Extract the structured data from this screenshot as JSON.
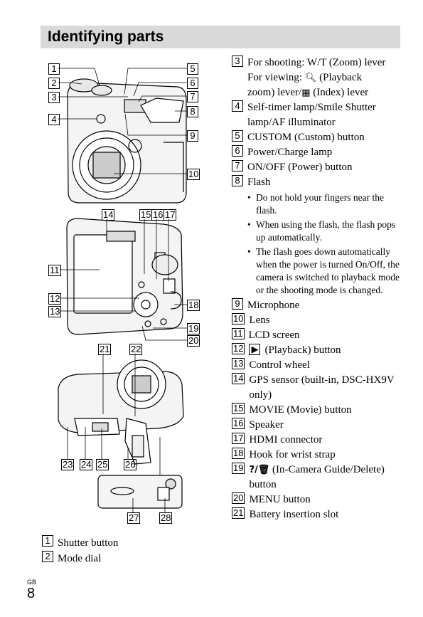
{
  "title": "Identifying parts",
  "callouts_top": [
    "1",
    "2",
    "3",
    "4",
    "5",
    "6",
    "7",
    "8",
    "9",
    "10"
  ],
  "callouts_back": [
    "14",
    "15",
    "16",
    "17",
    "11",
    "12",
    "13",
    "18",
    "19",
    "20"
  ],
  "callouts_bottom": [
    "21",
    "22",
    "23",
    "24",
    "25",
    "26",
    "27",
    "28"
  ],
  "left_items": [
    {
      "num": "1",
      "text": "Shutter button"
    },
    {
      "num": "2",
      "text": "Mode dial"
    }
  ],
  "right_items": [
    {
      "num": "3",
      "line1": "For shooting: W/T (Zoom) lever",
      "line2a": "For viewing: ",
      "line2b": " (Playback",
      "line3a": "zoom) lever/",
      "line3b": " (Index) lever"
    },
    {
      "num": "4",
      "text": "Self-timer lamp/Smile Shutter lamp/AF illuminator"
    },
    {
      "num": "5",
      "text": "CUSTOM (Custom) button"
    },
    {
      "num": "6",
      "text": "Power/Charge lamp"
    },
    {
      "num": "7",
      "text": "ON/OFF (Power) button"
    },
    {
      "num": "8",
      "text": "Flash"
    },
    {
      "num": "9",
      "text": "Microphone"
    },
    {
      "num": "10",
      "text": "Lens"
    },
    {
      "num": "11",
      "text": "LCD screen"
    },
    {
      "num": "12",
      "text": "(Playback) button"
    },
    {
      "num": "13",
      "text": "Control wheel"
    },
    {
      "num": "14",
      "text": "GPS sensor (built-in, DSC-HX9V only)"
    },
    {
      "num": "15",
      "text": "MOVIE (Movie) button"
    },
    {
      "num": "16",
      "text": "Speaker"
    },
    {
      "num": "17",
      "text": "HDMI connector"
    },
    {
      "num": "18",
      "text": "Hook for wrist strap"
    },
    {
      "num": "19",
      "text": "(In-Camera Guide/Delete) button"
    },
    {
      "num": "20",
      "text": "MENU button"
    },
    {
      "num": "21",
      "text": "Battery insertion slot"
    }
  ],
  "flash_bullets": [
    "Do not hold your fingers near the flash.",
    "When using the flash, the flash pops up automatically.",
    "The flash goes down automatically when the power is turned On/Off, the camera is switched to playback mode or the shooting mode is changed."
  ],
  "footer": {
    "lang": "GB",
    "page": "8"
  }
}
